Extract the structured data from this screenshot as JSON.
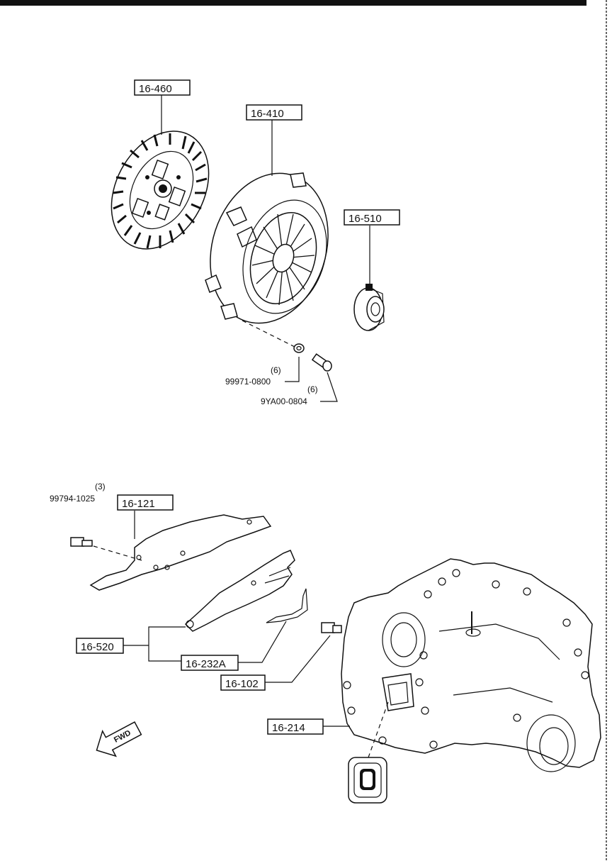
{
  "callouts": {
    "c16_460": "16-460",
    "c16_410": "16-410",
    "c16_510": "16-510",
    "c16_121": "16-121",
    "c16_520": "16-520",
    "c16_232A": "16-232A",
    "c16_102": "16-102",
    "c16_214": "16-214"
  },
  "fasteners": {
    "washer": {
      "qty": "(6)",
      "part": "99971-0800"
    },
    "bolt": {
      "qty": "(6)",
      "part": "9YA00-0804"
    },
    "cover_bolt": {
      "qty": "(3)",
      "part": "99794-1025"
    }
  },
  "direction": {
    "label": "FWD"
  }
}
